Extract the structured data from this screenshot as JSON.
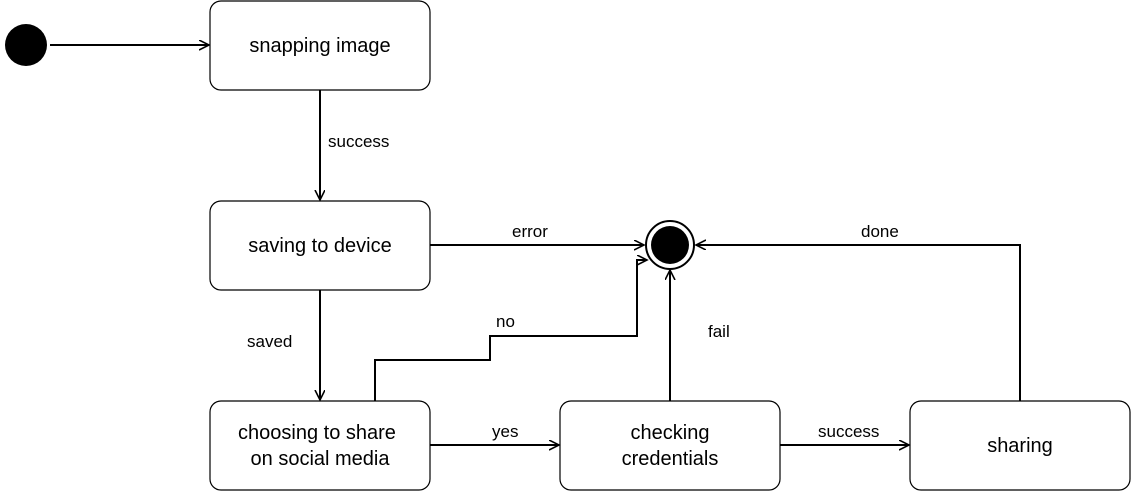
{
  "states": {
    "snapping": {
      "label": "snapping image"
    },
    "saving": {
      "label": "saving to device"
    },
    "choosing": {
      "line1": "choosing to share",
      "line2": "on social media"
    },
    "checking": {
      "line1": "checking",
      "line2": "credentials"
    },
    "sharing": {
      "label": "sharing"
    }
  },
  "transitions": {
    "snapping_to_saving": "success",
    "saving_to_end": "error",
    "saving_to_choosing": "saved",
    "choosing_to_end": "no",
    "choosing_to_checking": "yes",
    "checking_to_end": "fail",
    "checking_to_sharing": "success",
    "sharing_to_end": "done"
  },
  "colors": {
    "stroke": "#000000",
    "fill": "#ffffff",
    "node": "#000000"
  }
}
